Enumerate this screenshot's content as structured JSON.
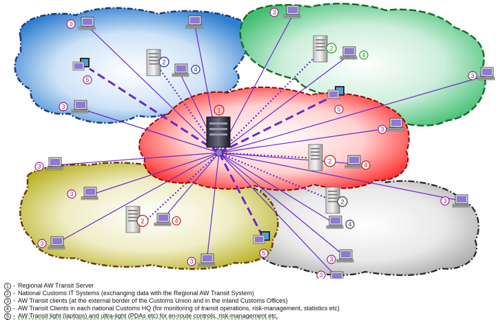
{
  "markers": {
    "server": "1",
    "national": "2",
    "client": "3",
    "hq": "4",
    "light": "5"
  },
  "colors": {
    "link": "#6a28c8",
    "region_blue": "#2f7fd0",
    "region_green": "#3fbf70",
    "region_red": "#ff2020",
    "region_olive": "#b8b020",
    "region_gray": "#a8a8a8",
    "marker_client": "#a0207a",
    "marker_national": "#2030a0",
    "marker_red": "#d01010",
    "marker_green": "#1a9a1a"
  },
  "legend": [
    {
      "num": "1",
      "text": "Regional AW Transit Server"
    },
    {
      "num": "2",
      "text": "National Customs IT Systems (exchanging data with the Regional AW Transit System)"
    },
    {
      "num": "3",
      "text": "AW Transit clients (at the external border of the Customs Union and in the inland Customs Offices)"
    },
    {
      "num": "4",
      "text": "AW Transit Clients in each national Customs HQ (for monitoring of transit operations, risk-management, statistics etc)"
    },
    {
      "num": "5",
      "text": "AW Transit light (laptops) and ultra-light (PDAs etc) for en-route controls, risk-management etc."
    }
  ],
  "legend_sep": "-"
}
